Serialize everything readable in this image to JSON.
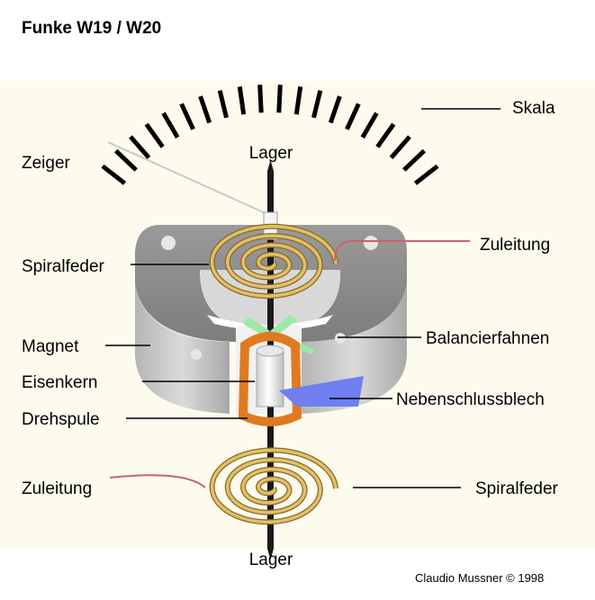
{
  "title": "Funke W19 / W20",
  "credit": "Claudio Mussner © 1998",
  "labels": {
    "skala": "Skala",
    "zeiger": "Zeiger",
    "lager_top": "Lager",
    "lager_bottom": "Lager",
    "zuleitung_top": "Zuleitung",
    "spiralfeder_top": "Spiralfeder",
    "magnet": "Magnet",
    "balancierfahnen": "Balancierfahnen",
    "eisenkern": "Eisenkern",
    "nebenschlussblech": "Nebenschlussblech",
    "drehspule": "Drehspule",
    "zuleitung_bottom": "Zuleitung",
    "spiralfeder_bottom": "Spiralfeder"
  },
  "colors": {
    "background_panel": "#fdfbee",
    "magnet": "#8c8c8c",
    "magnet_light": "#c9c9c9",
    "spring": "#c9a24a",
    "coil": "#e07a20",
    "shunt": "#6f7ff0",
    "vanes": "#9ee8a6",
    "lead": "#d06070",
    "axle": "#1a1a1a"
  }
}
